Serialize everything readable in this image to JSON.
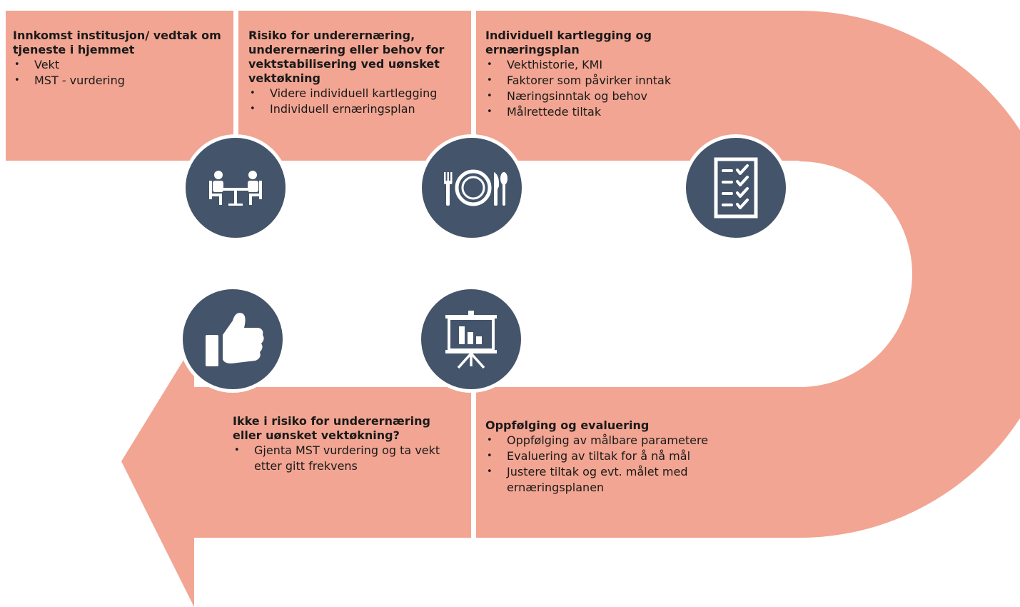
{
  "colors": {
    "band": "#f2a592",
    "circle": "#44546a",
    "icon": "#ffffff"
  },
  "steps": [
    {
      "title": "Innkomst institusjon/ vedtak om tjeneste i hjemmet",
      "bullets": [
        "Vekt",
        "MST - vurdering"
      ],
      "icon": "meeting-icon"
    },
    {
      "title": "Risiko for underernæring, underernæring eller behov for vektstabilisering ved uønsket vektøkning",
      "bullets": [
        "Videre individuell kartlegging",
        "Individuell ernæringsplan"
      ],
      "icon": "plate-cutlery-icon"
    },
    {
      "title": "Individuell kartlegging og ernæringsplan",
      "bullets": [
        "Vekthistorie, KMI",
        "Faktorer som påvirker inntak",
        "Næringsinntak og behov",
        "Målrettede tiltak"
      ],
      "icon": "checklist-icon"
    },
    {
      "title": "Oppfølging og evaluering",
      "bullets": [
        "Oppfølging av målbare parametere",
        "Evaluering av tiltak for å nå mål",
        "Justere tiltak og evt. målet med ernæringsplanen"
      ],
      "icon": "presentation-chart-icon"
    },
    {
      "title": "Ikke i risiko for underernæring eller uønsket vektøkning?",
      "bullets": [
        "Gjenta MST vurdering og ta vekt etter gitt frekvens"
      ],
      "icon": "thumbs-up-icon"
    }
  ]
}
